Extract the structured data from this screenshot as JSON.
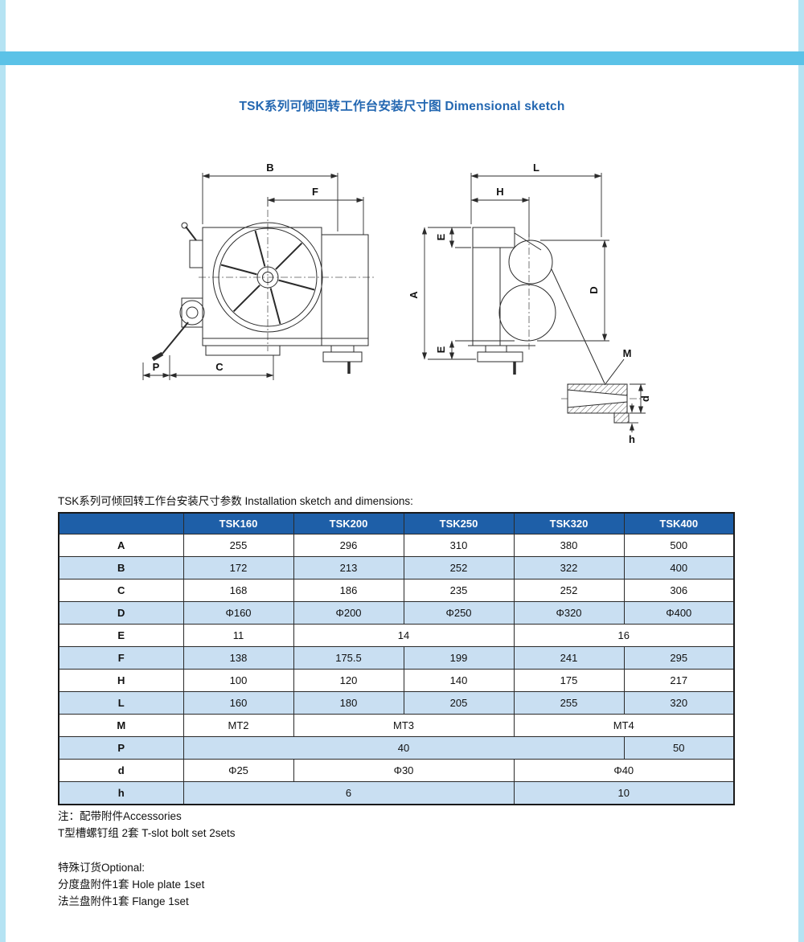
{
  "page": {
    "title": "TSK系列可倾回转工作台安装尺寸图 Dimensional sketch"
  },
  "colors": {
    "accent_bar": "#5bc2e7",
    "side_bar": "#b5e3f3",
    "title_color": "#2367b1",
    "table_header_bg": "#1e5fa8",
    "table_row_alt_bg": "#c9dff2"
  },
  "drawing": {
    "front": {
      "B": "B",
      "F": "F",
      "P": "P",
      "C": "C"
    },
    "side": {
      "L": "L",
      "H": "H",
      "A": "A",
      "D": "D",
      "E_top": "E",
      "E_bottom": "E",
      "M": "M",
      "d": "d",
      "h": "h"
    }
  },
  "table": {
    "heading": "TSK系列可倾回转工作台安装尺寸参数 Installation sketch and dimensions:",
    "columns": [
      "",
      "TSK160",
      "TSK200",
      "TSK250",
      "TSK320",
      "TSK400"
    ],
    "rows": [
      {
        "label": "A",
        "cells": [
          {
            "t": "255"
          },
          {
            "t": "296"
          },
          {
            "t": "310"
          },
          {
            "t": "380"
          },
          {
            "t": "500"
          }
        ]
      },
      {
        "label": "B",
        "cells": [
          {
            "t": "172"
          },
          {
            "t": "213"
          },
          {
            "t": "252"
          },
          {
            "t": "322"
          },
          {
            "t": "400"
          }
        ]
      },
      {
        "label": "C",
        "cells": [
          {
            "t": "168"
          },
          {
            "t": "186"
          },
          {
            "t": "235"
          },
          {
            "t": "252"
          },
          {
            "t": "306"
          }
        ]
      },
      {
        "label": "D",
        "cells": [
          {
            "t": "Φ160"
          },
          {
            "t": "Φ200"
          },
          {
            "t": "Φ250"
          },
          {
            "t": "Φ320"
          },
          {
            "t": "Φ400"
          }
        ]
      },
      {
        "label": "E",
        "cells": [
          {
            "t": "11"
          },
          {
            "t": "14",
            "span": 2
          },
          {
            "t": "16",
            "span": 2
          }
        ]
      },
      {
        "label": "F",
        "cells": [
          {
            "t": "138"
          },
          {
            "t": "175.5"
          },
          {
            "t": "199"
          },
          {
            "t": "241"
          },
          {
            "t": "295"
          }
        ]
      },
      {
        "label": "H",
        "cells": [
          {
            "t": "100"
          },
          {
            "t": "120"
          },
          {
            "t": "140"
          },
          {
            "t": "175"
          },
          {
            "t": "217"
          }
        ]
      },
      {
        "label": "L",
        "cells": [
          {
            "t": "160"
          },
          {
            "t": "180"
          },
          {
            "t": "205"
          },
          {
            "t": "255"
          },
          {
            "t": "320"
          }
        ]
      },
      {
        "label": "M",
        "cells": [
          {
            "t": "MT2"
          },
          {
            "t": "MT3",
            "span": 2
          },
          {
            "t": "MT4",
            "span": 2
          }
        ]
      },
      {
        "label": "P",
        "cells": [
          {
            "t": "40",
            "span": 4
          },
          {
            "t": "50"
          }
        ]
      },
      {
        "label": "d",
        "cells": [
          {
            "t": "Φ25"
          },
          {
            "t": "Φ30",
            "span": 2
          },
          {
            "t": "Φ40",
            "span": 2
          }
        ]
      },
      {
        "label": "h",
        "cells": [
          {
            "t": "6",
            "span": 3
          },
          {
            "t": "10",
            "span": 2
          }
        ]
      }
    ]
  },
  "notes": {
    "line1": "注：配带附件Accessories",
    "line2": "T型槽螺钉组  2套   T-slot bolt set  2sets",
    "optional_title": "特殊订货Optional:",
    "optional1": "分度盘附件1套  Hole plate  1set",
    "optional2": "法兰盘附件1套  Flange  1set"
  }
}
